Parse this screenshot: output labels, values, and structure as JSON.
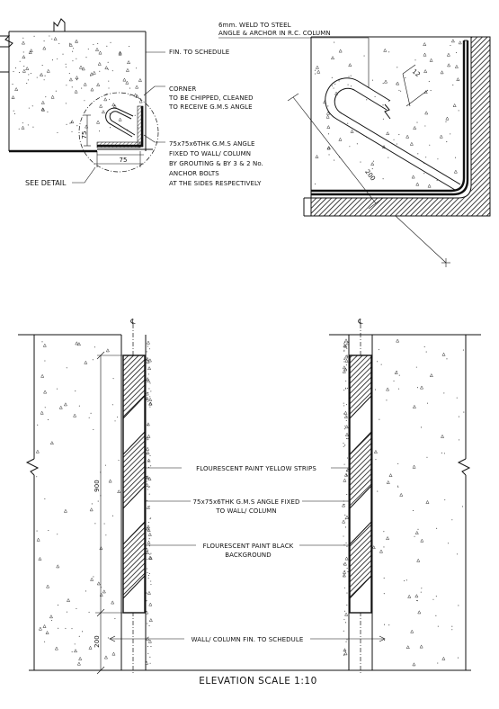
{
  "detail_plan": {
    "labels": {
      "fin": "FIN. TO SCHEDULE",
      "corner_1": "CORNER",
      "corner_2": "TO BE CHIPPED, CLEANED",
      "corner_3": "TO RECEIVE G.M.S ANGLE",
      "angle_1": "75x75x6THK G.M.S ANGLE",
      "angle_2": "FIXED TO WALL/ COLUMN",
      "angle_3": "BY GROUTING & BY 3 & 2 No.",
      "angle_4": "ANCHOR BOLTS",
      "angle_5": "AT THE SIDES RESPECTIVELY",
      "see_detail": "SEE DETAIL",
      "dim_vertical": "75",
      "dim_horizontal": "75"
    }
  },
  "detail_enlarged": {
    "labels": {
      "weld_1": "6mm. WELD TO STEEL",
      "weld_2": "ANGLE & ARCHOR IN R.C. COLUMN",
      "dim_200": "200",
      "dim_12": "12"
    }
  },
  "elevation": {
    "centerline_left": "℄",
    "centerline_right": "℄",
    "callouts": {
      "yellow": "FLOURESCENT PAINT YELLOW STRIPS",
      "angle_1": "75x75x6THK G.M.S ANGLE FIXED",
      "angle_2": "TO WALL/ COLUMN",
      "black_1": "FLOURESCENT PAINT BLACK",
      "black_2": "BACKGROUND",
      "wall": "WALL/ COLUMN FIN. TO SCHEDULE"
    },
    "dim_900": "900",
    "dim_200": "200",
    "title": "ELEVATION   SCALE   1:10"
  }
}
